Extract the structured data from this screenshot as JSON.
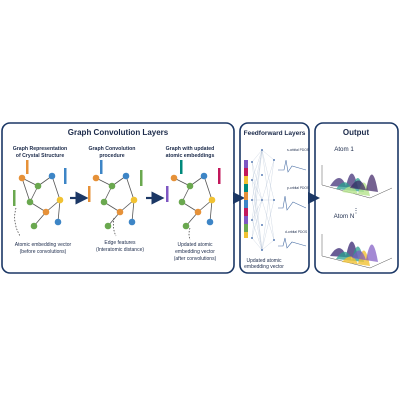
{
  "panels": {
    "gcl_title": "Graph Convolution Layers",
    "ff_title": "Feedforward Layers",
    "out_title": "Output"
  },
  "gcl": {
    "col1_title_1": "Graph Representation",
    "col1_title_2": "of Crystal Structure",
    "col2_title_1": "Graph Convolution",
    "col2_title_2": "procedure",
    "col3_title_1": "Graph with updated",
    "col3_title_2": "atomic embeddings",
    "col1_note_1": "Atomic embedding vector",
    "col1_note_2": "(before convolutions)",
    "col2_note_1": "Edge features",
    "col2_note_2": "(Interatomic distance)",
    "col3_note_1": "Updated atomic",
    "col3_note_2": "embedding vector",
    "col3_note_3": "(after convolutions)"
  },
  "ff": {
    "input_note_1": "Updated atomic",
    "input_note_2": "embedding vector",
    "out_label_1": "s-orbital PDOS",
    "out_label_2": "p-orbital PDOS",
    "out_label_3": "d-orbital PDOS"
  },
  "output": {
    "atom1_label": "Atom 1",
    "atomN_label": "Atom N"
  },
  "colors": {
    "frame": "#1b3765",
    "node_green": "#6aa84f",
    "node_orange": "#e69138",
    "node_blue": "#3d85c6",
    "node_yellow": "#f1c232"
  }
}
